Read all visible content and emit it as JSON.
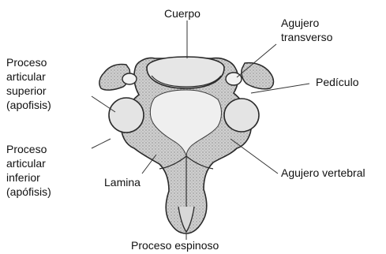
{
  "diagram": {
    "labels": {
      "cuerpo": "Cuerpo",
      "agujero_transverso": [
        "Agujero",
        "transverso"
      ],
      "pediculo": "Pedículo",
      "proceso_articular_superior": [
        "Proceso",
        "articular",
        "superior",
        "(apofisis)"
      ],
      "proceso_articular_inferior": [
        "Proceso",
        "articular",
        "inferior",
        "(apófisis)"
      ],
      "lamina": "Lamina",
      "agujero_vertebral": "Agujero vertebral",
      "proceso_espinoso": "Proceso espinoso"
    },
    "colors": {
      "bone_fill": "#c9c9c9",
      "bone_light": "#ececec",
      "outline": "#2a2a2a",
      "leader": "#333333",
      "background": "#ffffff"
    }
  }
}
